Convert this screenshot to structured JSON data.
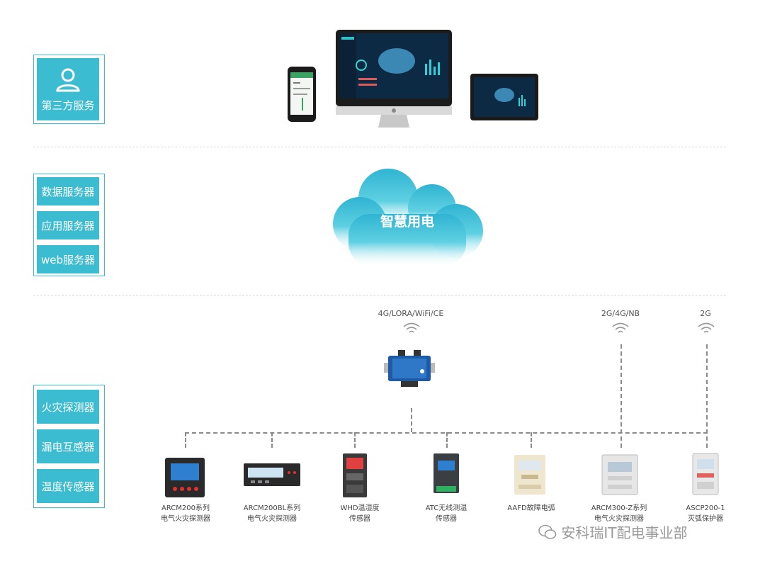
{
  "left_groups": {
    "service": [
      "第三方服务"
    ],
    "servers": [
      "数据服务器",
      "应用服务器",
      "web服务器"
    ],
    "sensors": [
      "火灾探测器",
      "漏电互感器",
      "温度传感器"
    ]
  },
  "cloud_label": "智慧用电",
  "comm_labels": {
    "gateway": "4G/LORA/WiFi/CE",
    "arcm300": "2G/4G/NB",
    "ascp": "2G"
  },
  "devices": [
    {
      "line1": "ARCM200系列",
      "line2": "电气火灾探测器"
    },
    {
      "line1": "ARCM200BL系列",
      "line2": "电气火灾探测器"
    },
    {
      "line1": "WHD温湿度",
      "line2": "传感器"
    },
    {
      "line1": "ATC无线测温",
      "line2": "传感器"
    },
    {
      "line1": "AAFD故障电弧",
      "line2": ""
    },
    {
      "line1": "ARCM300-Z系列",
      "line2": "电气火灾探测器"
    },
    {
      "line1": "ASCP200-1",
      "line2": "灭弧保护器"
    }
  ],
  "watermark": "安科瑞IT配电事业部",
  "colors": {
    "accent": "#3cbcd0",
    "cloud": "#35bcd6",
    "dash": "#8a8a8a"
  }
}
